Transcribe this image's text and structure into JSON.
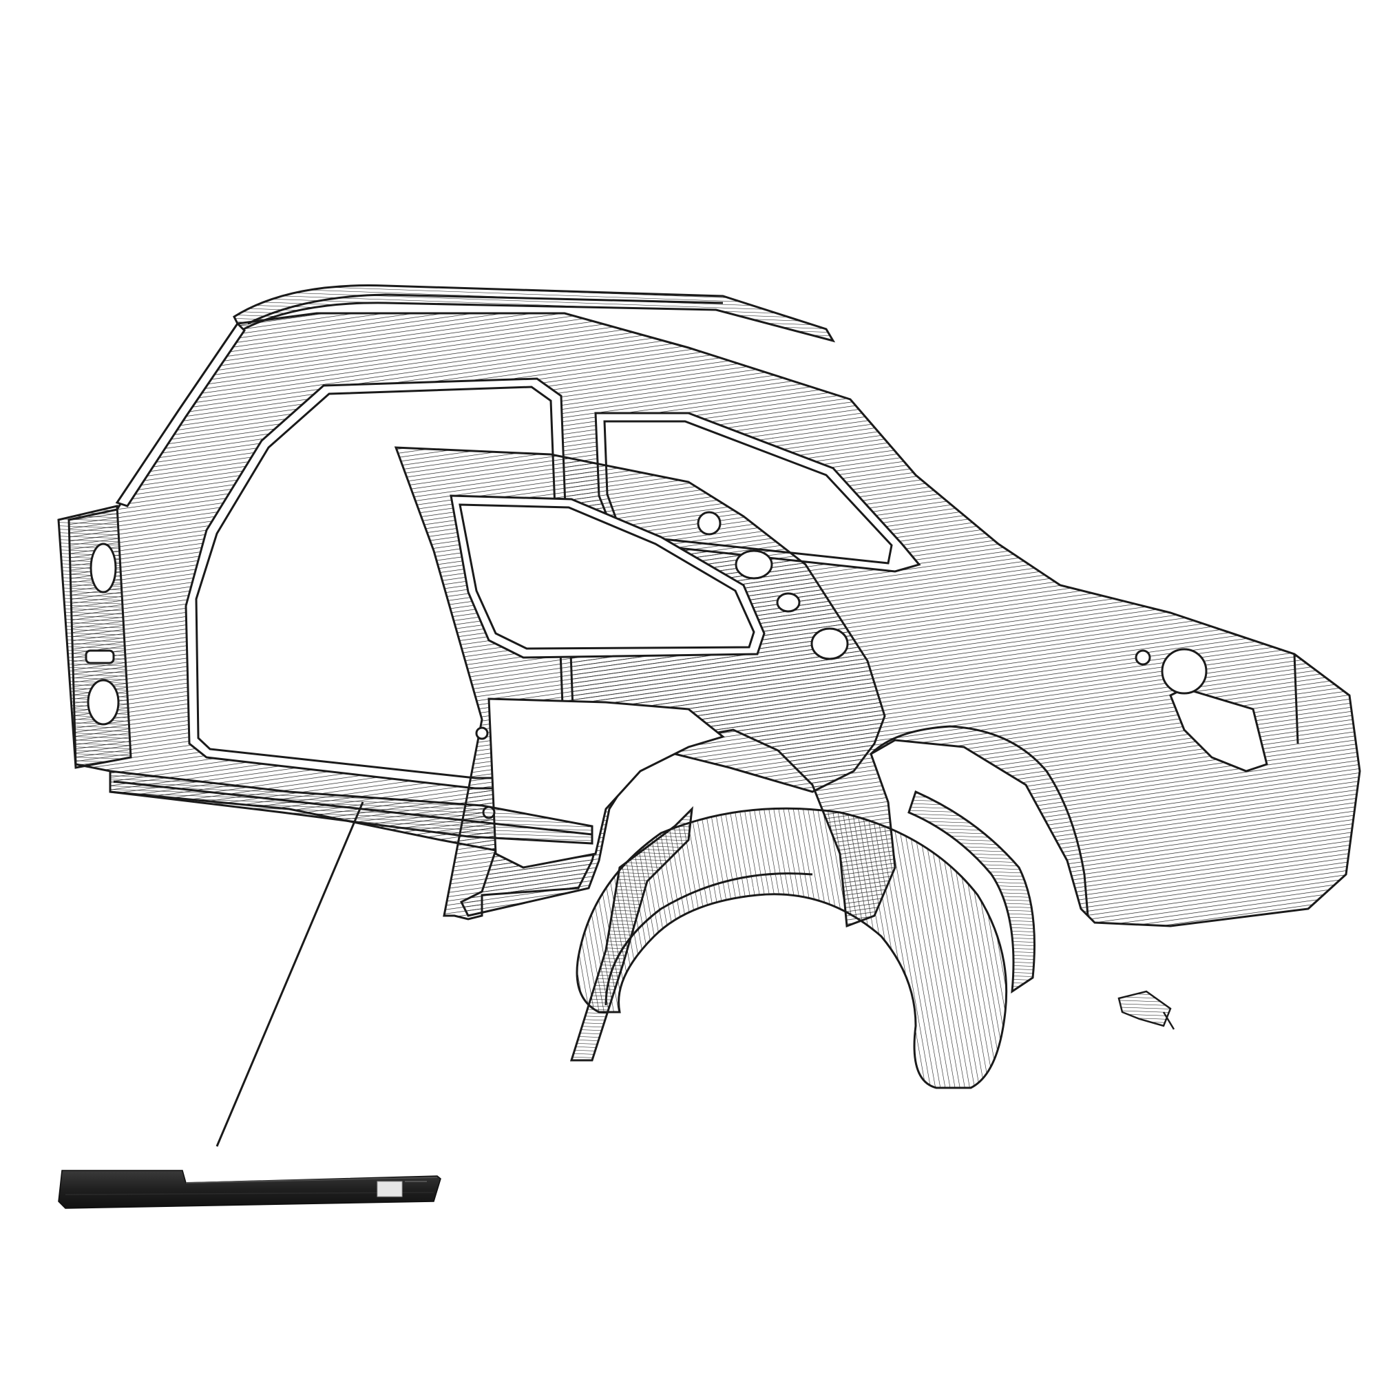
{
  "diagram": {
    "colors": {
      "ink": "#1a1a1a",
      "background": "#ffffff",
      "part": "#1f1f1f",
      "part_highlight": "#3a3a3a",
      "sticker": "#e6e6e6"
    },
    "parts": [
      "roof-rail",
      "a-pillar",
      "body-side-outer-panel",
      "rear-quarter-panel",
      "inner-b-pillar-frame",
      "rear-wheel-arch",
      "rocker-sill",
      "small-bracket"
    ],
    "callout": {
      "target": "rocker-sill",
      "detail": "rocker-panel-part"
    }
  }
}
